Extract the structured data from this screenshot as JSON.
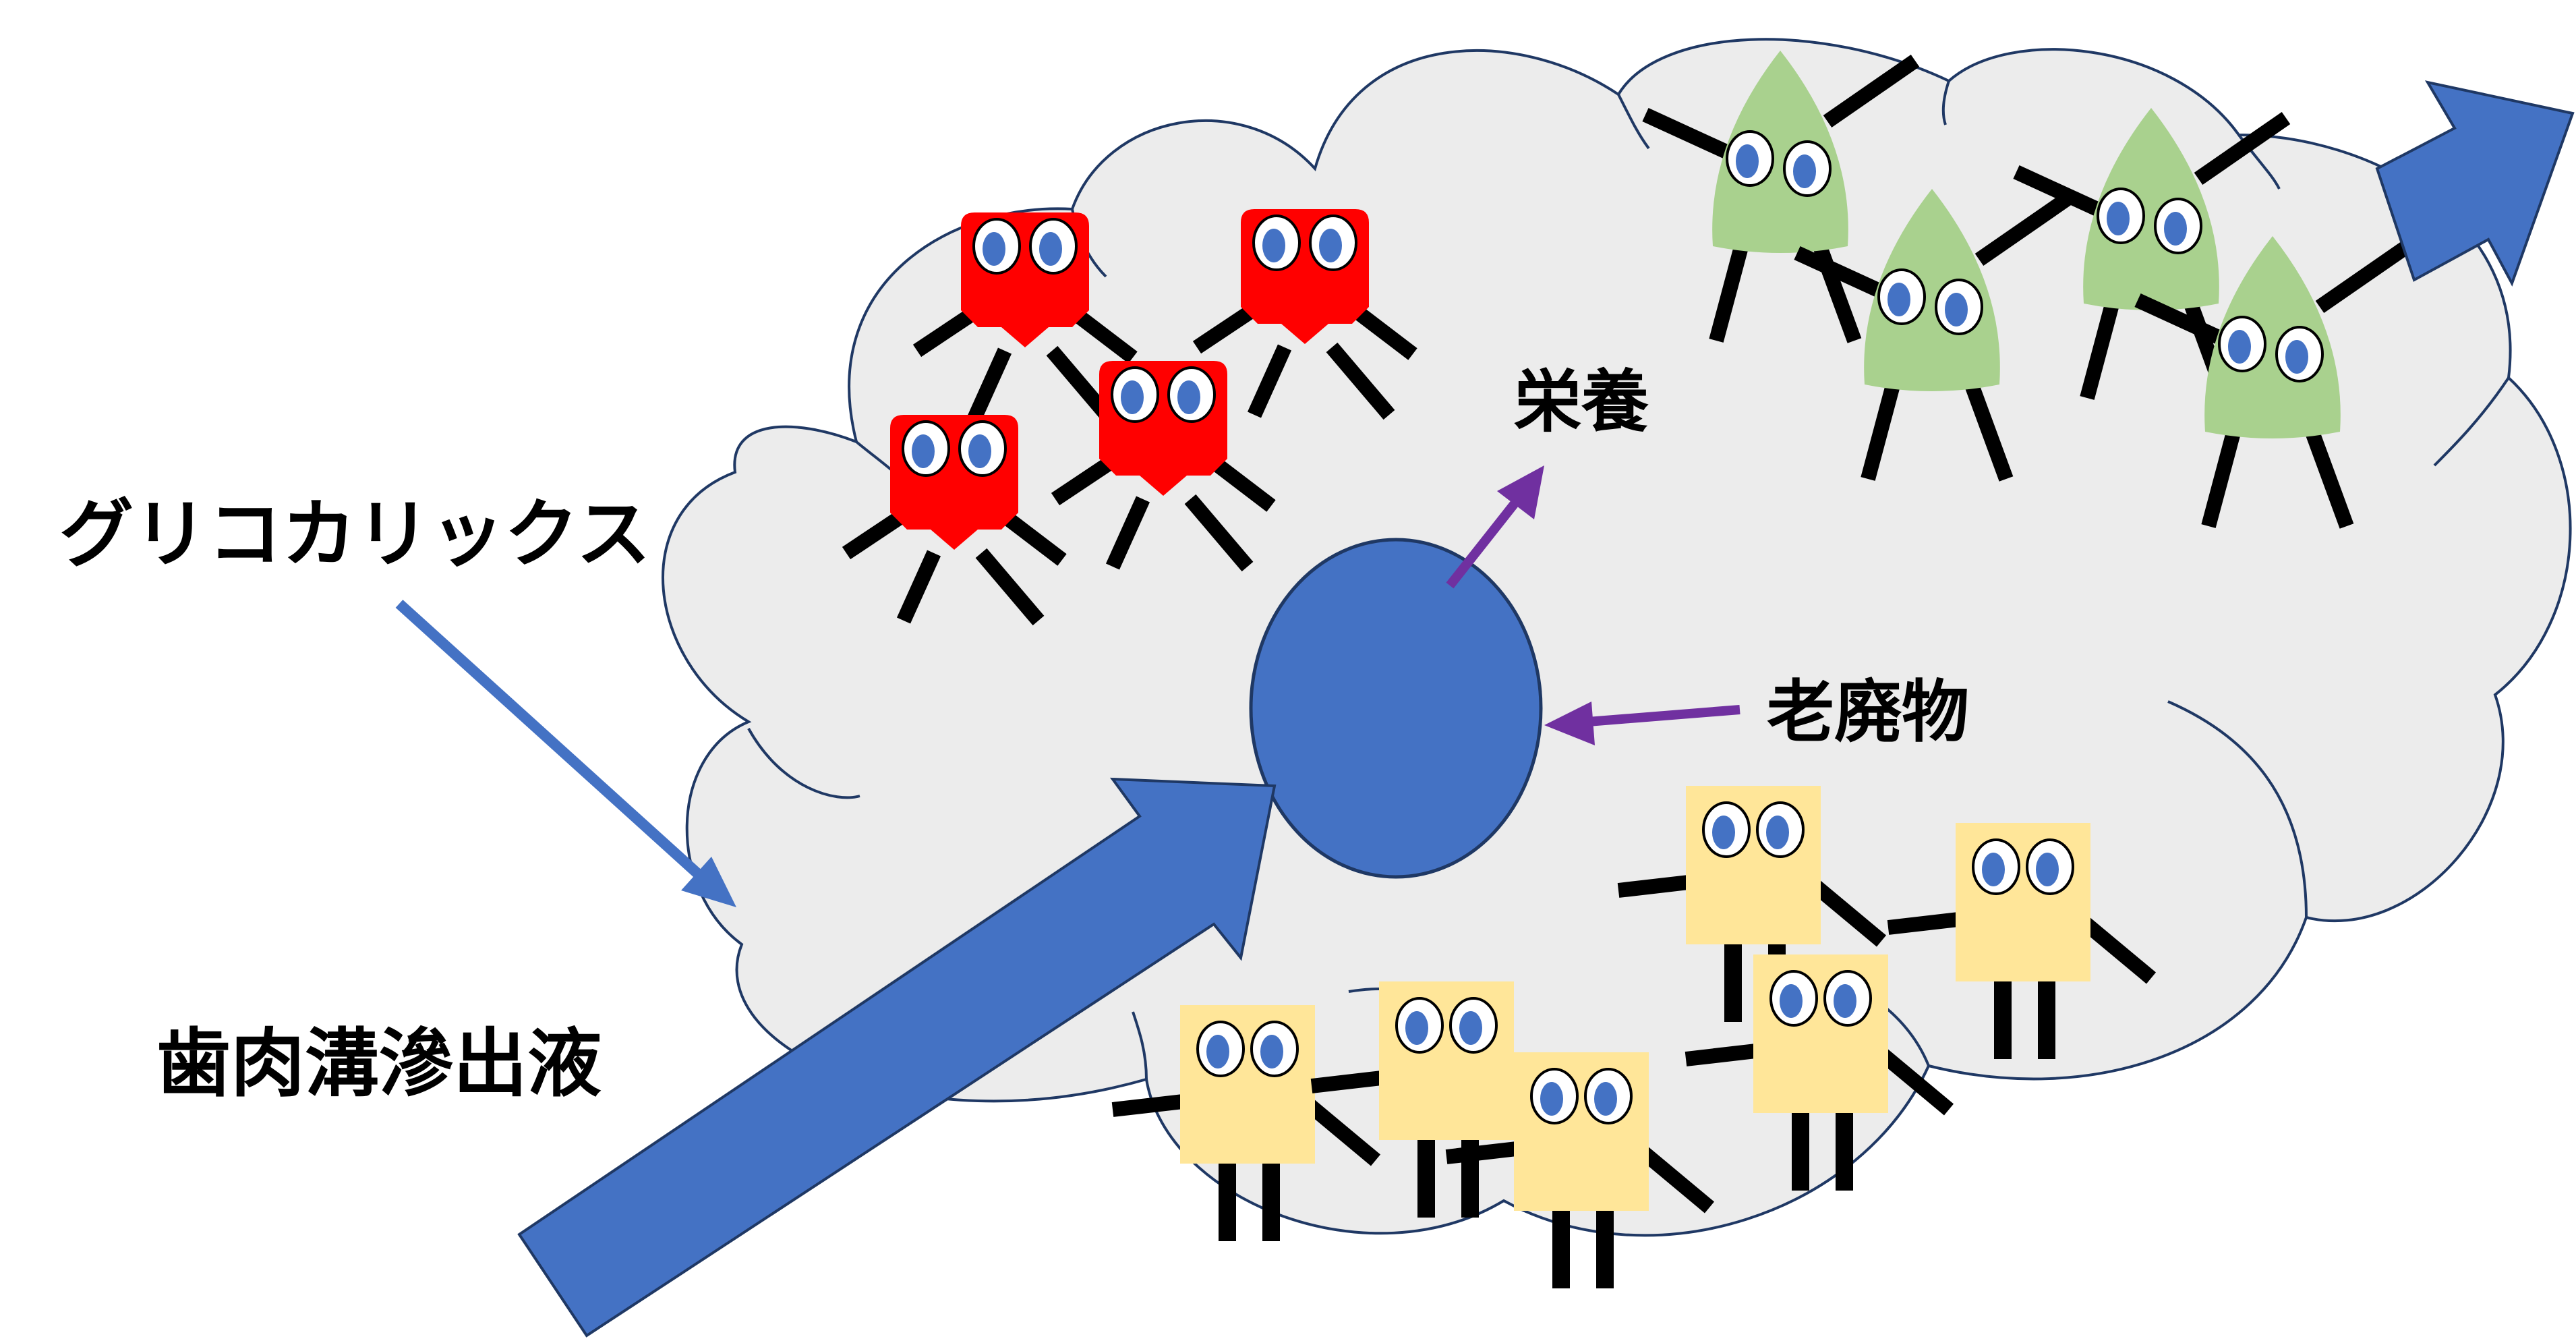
{
  "labels": {
    "glycocalyx": "グリコカリックス",
    "gcf": "歯肉溝滲出液",
    "nutrition": "栄養",
    "waste": "老廃物"
  },
  "colors": {
    "background": "#ffffff",
    "cloud_fill": "#ececec",
    "cloud_stroke": "#1f3864",
    "blue_arrow": "#4472c4",
    "purple_arrow": "#7030a0",
    "red_bacteria": "#ff0000",
    "green_bacteria": "#a9d18e",
    "yellow_bacteria": "#ffe699",
    "limbs": "#000000",
    "eye_iris": "#4472c4"
  },
  "bacteria": {
    "red_count": 4,
    "green_count": 4,
    "yellow_count": 6
  }
}
